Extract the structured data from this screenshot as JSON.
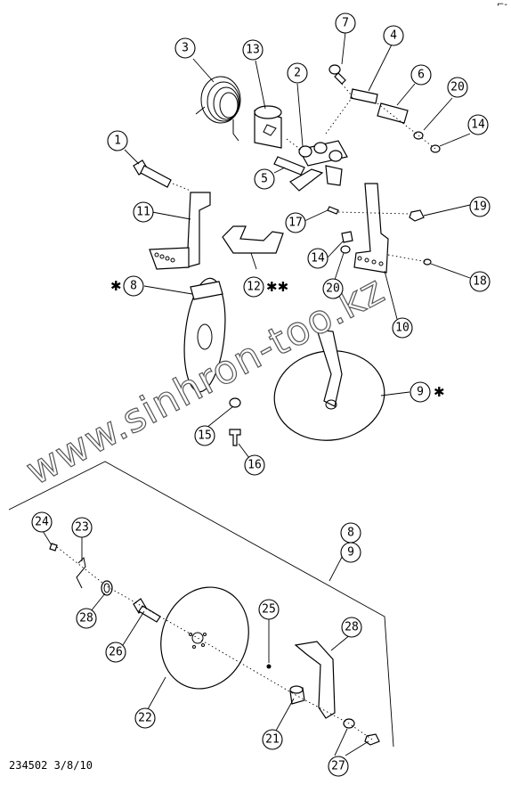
{
  "diagram": {
    "part_labels": [
      "1",
      "2",
      "3",
      "4",
      "5",
      "6",
      "7",
      "8",
      "9",
      "10",
      "11",
      "12",
      "13",
      "14",
      "14",
      "15",
      "16",
      "17",
      "18",
      "19",
      "20",
      "20",
      "21",
      "22",
      "23",
      "24",
      "25",
      "26",
      "27",
      "28",
      "28",
      "8",
      "9"
    ],
    "markers": {
      "star": "✱",
      "double_star": "✱✱"
    },
    "watermark": "www.sinhron-too.kz",
    "drawing_code": "234502  3/8/10",
    "corner_mark": "⌐-"
  }
}
